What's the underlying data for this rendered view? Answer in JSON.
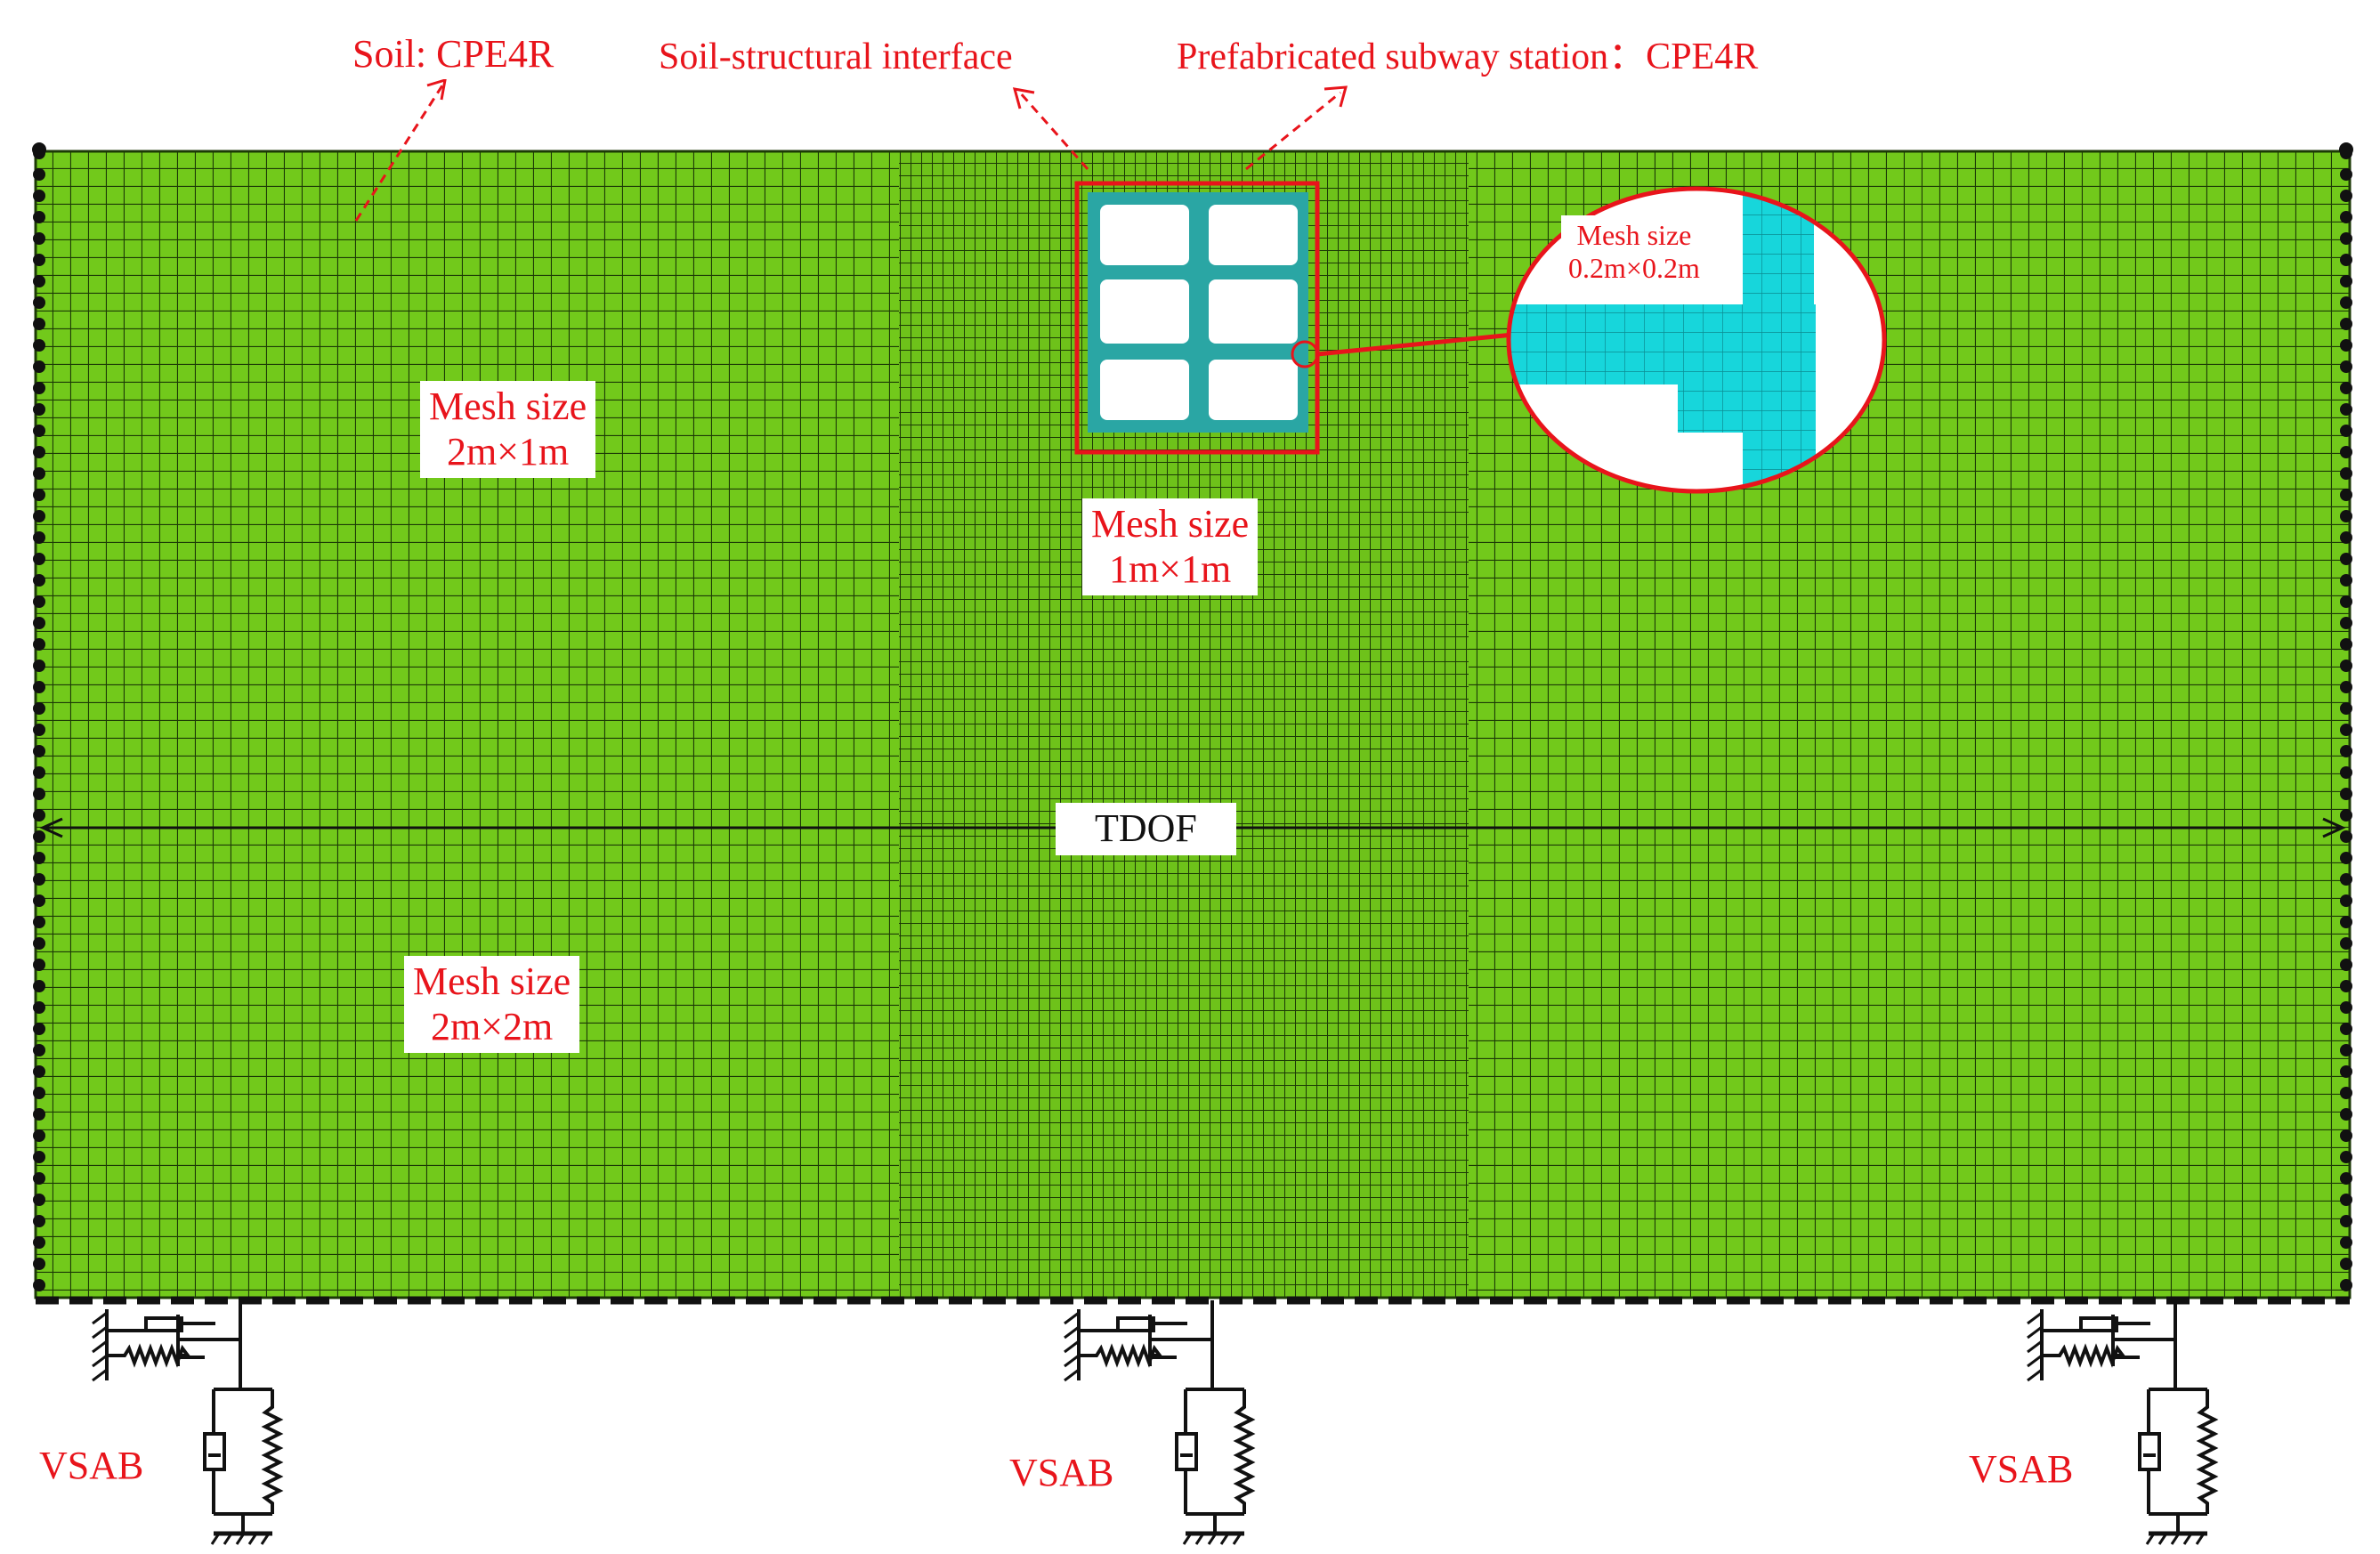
{
  "labels": {
    "soil": "Soil: CPE4R",
    "interface": "Soil-structural interface",
    "station": "Prefabricated subway station：CPE4R",
    "mesh_2x1_a": "Mesh size",
    "mesh_2x1_b": "2m×1m",
    "mesh_1x1_a": "Mesh size",
    "mesh_1x1_b": "1m×1m",
    "mesh_2x2_a": "Mesh size",
    "mesh_2x2_b": "2m×2m",
    "mesh_zoom_a": "Mesh size",
    "mesh_zoom_b": "0.2m×0.2m",
    "tdof": "TDOF",
    "vsab_left": "VSAB",
    "vsab_mid": "VSAB",
    "vsab_right": "VSAB"
  },
  "colors": {
    "soil_fill": "#72c91b",
    "mesh_line": "#1c3a06",
    "structure": "#2aa6a4",
    "structure_zoom": "#17d6db",
    "label_red": "#e8141b",
    "border_dots": "#111111"
  }
}
